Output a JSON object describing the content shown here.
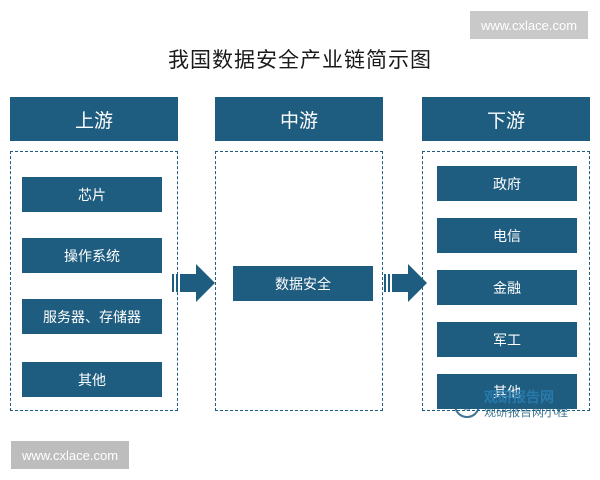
{
  "watermark_top": "www.cxlace.com",
  "watermark_bottom": "www.cxlace.com",
  "logo_watermark": {
    "main": "观研报告网",
    "sub": "观研报告网小程"
  },
  "title": "我国数据安全产业链简示图",
  "columns": {
    "upstream": {
      "header": "上游",
      "items": [
        "芯片",
        "操作系统",
        "服务器、存储器",
        "其他"
      ]
    },
    "midstream": {
      "header": "中游",
      "items": [
        "数据安全"
      ]
    },
    "downstream": {
      "header": "下游",
      "items": [
        "政府",
        "电信",
        "金融",
        "军工",
        "其他"
      ]
    }
  },
  "colors": {
    "primary": "#1e5d7f",
    "watermark": "#c9c9c9"
  }
}
